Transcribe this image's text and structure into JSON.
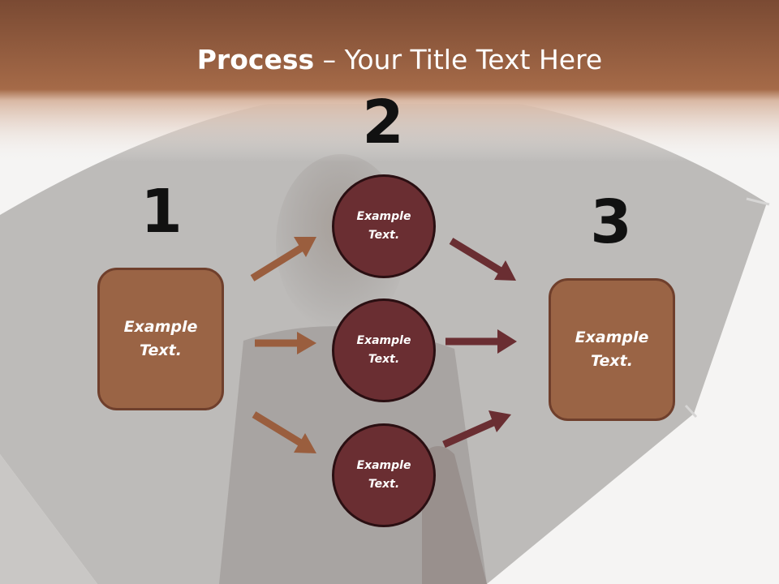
{
  "slide": {
    "title_bold": "Process",
    "title_rest": " – Your Title Text Here"
  },
  "numbers": {
    "one": "1",
    "two": "2",
    "three": "3"
  },
  "left_box": {
    "label": "Example Text."
  },
  "right_box": {
    "label": "Example Text."
  },
  "circles": [
    {
      "label": "Example Text."
    },
    {
      "label": "Example Text."
    },
    {
      "label": "Example Text."
    }
  ],
  "colors": {
    "header_band": "#8a5236",
    "box_fill": "#9a6445",
    "circle_fill": "#6a2e32",
    "arrow_left": "#9a5e3e",
    "arrow_right": "#6a2e32"
  }
}
